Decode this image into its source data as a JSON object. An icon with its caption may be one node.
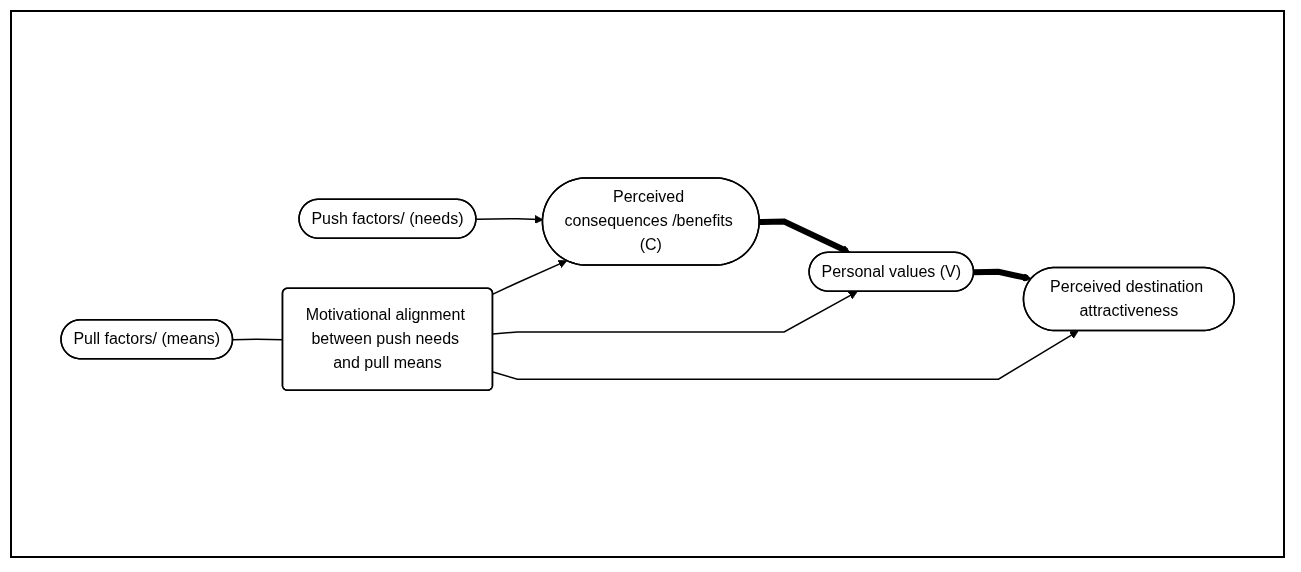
{
  "diagram": {
    "nodes": [
      {
        "text": [
          "Push factors/ (needs)"
        ]
      },
      {
        "text": [
          "Pull factors/ (means)"
        ]
      },
      {
        "text": [
          "Perceived consequences /benefits (C)"
        ]
      },
      {
        "text": [
          "Personal values (V)"
        ]
      },
      {
        "text": [
          "Perceived destination attractiveness"
        ]
      },
      {
        "text": [
          "Motivational alignment between push needs and pull means"
        ]
      }
    ],
    "edges": [
      {
        "from": 0,
        "to": 2,
        "arrow": "to"
      },
      {
        "from": 1,
        "to": 5,
        "arrow": "none"
      },
      {
        "from": 2,
        "to": 3,
        "arrow": "to",
        "style": "thick"
      },
      {
        "from": 3,
        "to": 4,
        "arrow": "to",
        "style": "thick"
      },
      {
        "from": 5,
        "to": 2,
        "arrow": "to"
      },
      {
        "from": 5,
        "to": 3,
        "arrow": "to"
      },
      {
        "from": 5,
        "to": 4,
        "arrow": "to"
      }
    ]
  }
}
